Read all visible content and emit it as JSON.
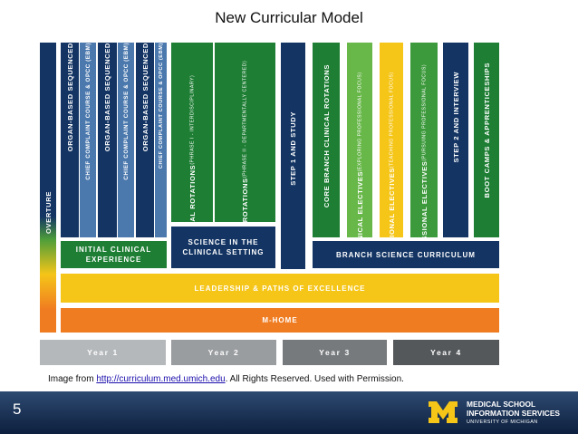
{
  "title": "New Curricular Model",
  "diagram": {
    "columns": [
      {
        "main": "Overture",
        "sub": ""
      },
      {
        "main": "Organ-Based Sequenced",
        "sub": ""
      },
      {
        "main": "Chief Complaint Course & OPCC (EBM)",
        "sub": ""
      },
      {
        "main": "Organ-Based Sequenced",
        "sub": ""
      },
      {
        "main": "Chief Complaint Course & OPCC (EBM)",
        "sub": ""
      },
      {
        "main": "Organ-Based Sequenced",
        "sub": ""
      },
      {
        "main": "Chief Complaint Course & OPCC (EBM)",
        "sub": ""
      },
      {
        "main": "Clinical Rotations",
        "sub": "(Phrase I - Interdisciplinary)"
      },
      {
        "main": "Clinical Rotations",
        "sub": "(Phrase II - Departmentally Centered)"
      },
      {
        "main": "Step 1 and Study",
        "sub": ""
      },
      {
        "main": "Core Branch Clinical Rotations",
        "sub": ""
      },
      {
        "main": "Clinical Electives",
        "sub": "(Exploring Professional Focus)"
      },
      {
        "main": "Professional Electives",
        "sub": "(Teaching Professional Focus)"
      },
      {
        "main": "Clinical & Professional Electives",
        "sub": "(Pursuing Professional Focus)"
      },
      {
        "main": "Step 2 and Interview",
        "sub": ""
      },
      {
        "main": "Boot Camps & Apprenticeships",
        "sub": ""
      }
    ],
    "bands": {
      "initial_clinical": "Initial Clinical Experience",
      "science_clinical": "Science in the Clinical Setting",
      "branch_science": "Branch Science Curriculum",
      "leadership": "Leadership & Paths of Excellence",
      "mhome": "M-Home"
    },
    "years": [
      "Year 1",
      "Year 2",
      "Year 3",
      "Year 4"
    ],
    "colors": {
      "navy": "#143564",
      "blue": "#4b78ad",
      "green_dark": "#1e7e34",
      "green_mid": "#3d9a3c",
      "green_light": "#68b749",
      "yellow": "#f5c518",
      "orange": "#f07c21",
      "year_gray": "#b5b8bb",
      "year_gray2": "#777a7d",
      "year_dark": "#55585b"
    }
  },
  "credit": {
    "prefix": "Image from ",
    "link": "http://curriculum.med.umich.edu",
    "suffix": ". All Rights Reserved. Used with Permission."
  },
  "footer": {
    "page_number": "5",
    "org_line1": "MEDICAL SCHOOL",
    "org_line2": "INFORMATION SERVICES",
    "org_line3": "UNIVERSITY OF MICHIGAN"
  }
}
